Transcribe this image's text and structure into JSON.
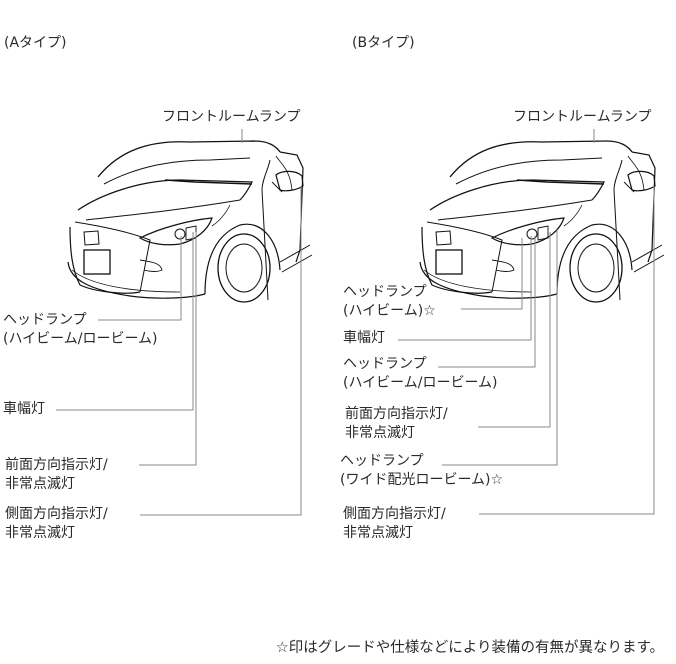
{
  "panels": [
    {
      "type_label": "(Aタイプ)",
      "front_room_lamp": "フロントルームランプ",
      "labels": [
        {
          "line1": "ヘッドランプ",
          "line2": "(ハイビーム/ロービーム)"
        },
        {
          "line1": "車幅灯",
          "line2": ""
        },
        {
          "line1": "前面方向指示灯/",
          "line2": "非常点滅灯"
        },
        {
          "line1": "側面方向指示灯/",
          "line2": "非常点滅灯"
        }
      ]
    },
    {
      "type_label": "(Bタイプ)",
      "front_room_lamp": "フロントルームランプ",
      "labels": [
        {
          "line1": "ヘッドランプ",
          "line2": "(ハイビーム)☆"
        },
        {
          "line1": "車幅灯",
          "line2": ""
        },
        {
          "line1": "ヘッドランプ",
          "line2": "(ハイビーム/ロービーム)"
        },
        {
          "line1": "前面方向指示灯/",
          "line2": "非常点滅灯"
        },
        {
          "line1": "ヘッドランプ",
          "line2": "(ワイド配光ロービーム)☆"
        },
        {
          "line1": "側面方向指示灯/",
          "line2": "非常点滅灯"
        }
      ]
    }
  ],
  "footnote": "☆印はグレードや仕様などにより装備の有無が異なります。",
  "colors": {
    "line": "#888888",
    "ink": "#1a1a1a"
  }
}
